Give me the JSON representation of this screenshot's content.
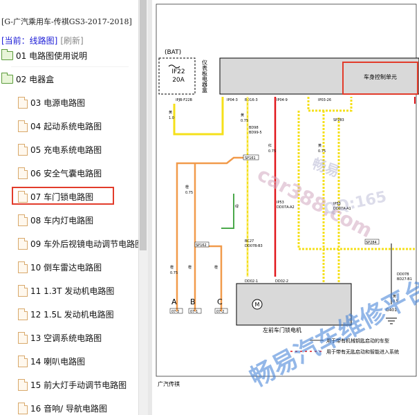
{
  "sidebar": {
    "title": "[G-广汽乘用车-传祺GS3-2017-2018]",
    "current_label": "[当前：线路图]",
    "refresh_label": "[刷新]",
    "folders": [
      {
        "label": "01 电路图使用说明"
      },
      {
        "label": "02 电器盒"
      }
    ],
    "items": [
      {
        "label": "03 电源电路图"
      },
      {
        "label": "04 起动系统电路图"
      },
      {
        "label": "05 充电系统电路图"
      },
      {
        "label": "06 安全气囊电路图"
      },
      {
        "label": "07 车门锁电路图"
      },
      {
        "label": "08 车内灯电路图"
      },
      {
        "label": "09 车外后视镜电动调节电路图"
      },
      {
        "label": "10 倒车雷达电路图"
      },
      {
        "label": "11 1.3T 发动机电路图"
      },
      {
        "label": "12 1.5L 发动机电路图"
      },
      {
        "label": "13 空调系统电路图"
      },
      {
        "label": "14 喇叭电路图"
      },
      {
        "label": "15 前大灯手动调节电路图"
      },
      {
        "label": "16 音响/ 导航电路图"
      }
    ],
    "selected_index": 4
  },
  "diagram": {
    "bat_label": "(BAT)",
    "fuse_name": "IF22",
    "fuse_rating": "20A",
    "fuse_pin": "IPJB-F22B",
    "ipjb_label": "仪表板电器盒",
    "bcm_label": "车身控制单元",
    "bcm_pins": [
      "IP04-3",
      "BD16-3",
      "IP04-9",
      "IP03-26"
    ],
    "wire_colors": [
      "黄",
      "黄",
      "黄",
      "红",
      "黄",
      "橙",
      "橙",
      "绿",
      "橙",
      "橙",
      "黄",
      "红",
      "黄",
      "黄"
    ],
    "wire_sizes": [
      "1.0",
      "0.75",
      "0.75",
      "0.75",
      "0.75",
      "0.75",
      "0.75",
      "0.75",
      "0.75",
      "0.75",
      "0.75",
      "0.75",
      "0.75",
      "0.5"
    ],
    "splice_labels": [
      "SP161",
      "SP162",
      "SP283",
      "SP284"
    ],
    "conn_codes": [
      "BD98",
      "BD99-5",
      "IP53",
      "DD07A-A2",
      "IP53",
      "DD07A-A1",
      "BC27",
      "DD07B-B3",
      "DD02-1",
      "DD02-2",
      "DD07B",
      "BD27-B1"
    ],
    "terminals": [
      "A",
      "B",
      "C"
    ],
    "terminal_refs": [
      "07-2",
      "07-1",
      "07-2"
    ],
    "motor_label": "左前车门锁电机",
    "motor_symbol": "M",
    "ground_label": "G401",
    "legend": [
      {
        "text": "用于带有机械钥匙启动的车型"
      },
      {
        "text": "用于带有无匙启动和智能进入系统"
      }
    ],
    "footer": "广汽传祺",
    "watermarks": [
      "畅易",
      "car388.com",
      "QQ:165",
      "畅易汽车维修平台"
    ]
  }
}
